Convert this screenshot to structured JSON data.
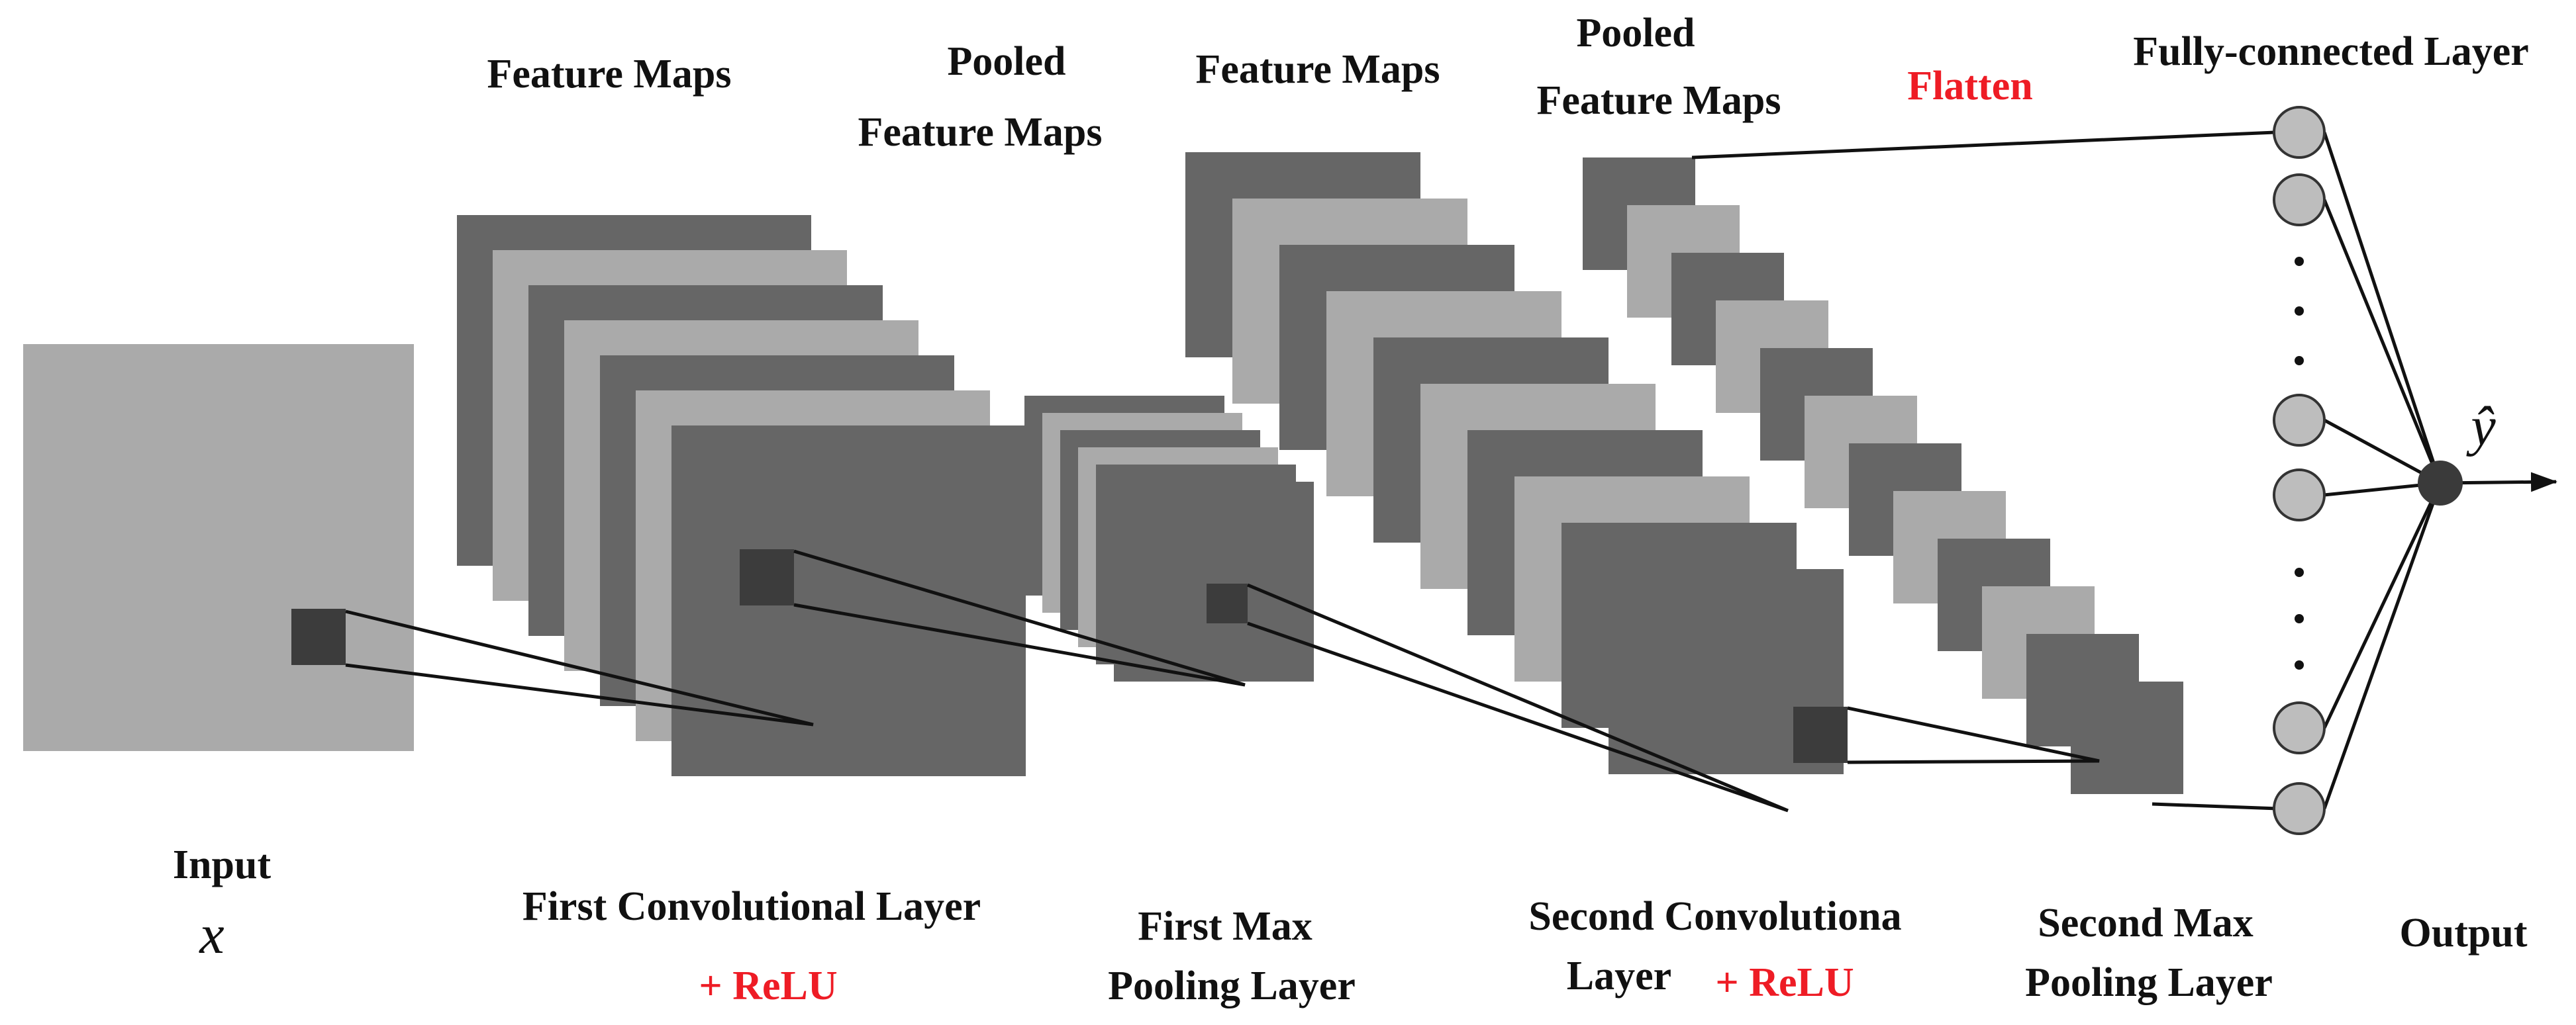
{
  "colors": {
    "light_gray": "#aaaaaa",
    "dark_gray": "#666666",
    "kernel": "#3c3c3c",
    "neuron": "#bdbdbd",
    "output_node": "#3a3a3a",
    "accent_red": "#ee1c25",
    "text": "#111111"
  },
  "labels": {
    "feature_maps_1": "Feature Maps",
    "pooled_1_line1": "Pooled",
    "pooled_1_line2": "Feature Maps",
    "feature_maps_2": "Feature Maps",
    "pooled_2_line1": "Pooled",
    "pooled_2_line2": "Feature Maps",
    "flatten": "Flatten",
    "fully_connected": "Fully-connected Layer",
    "input": "Input",
    "input_var": "x",
    "first_conv": "First Convolutional Layer",
    "first_conv_relu": "+ ReLU",
    "first_pool_line1": "First Max",
    "first_pool_line2": "Pooling Layer",
    "second_conv_line1": "Second Convolutiona",
    "second_conv_line2": "Layer",
    "second_conv_relu": "+ ReLU",
    "second_pool_line1": "Second Max",
    "second_pool_line2": "Pooling Layer",
    "output": "Output",
    "output_var": "ŷ"
  },
  "stacks": {
    "conv1_maps": 7,
    "pool1_maps": 6,
    "conv2_maps": 10,
    "pool2_maps": 12
  },
  "fc_layer": {
    "visible_neurons": 6,
    "ellipsis_groups": 2
  }
}
